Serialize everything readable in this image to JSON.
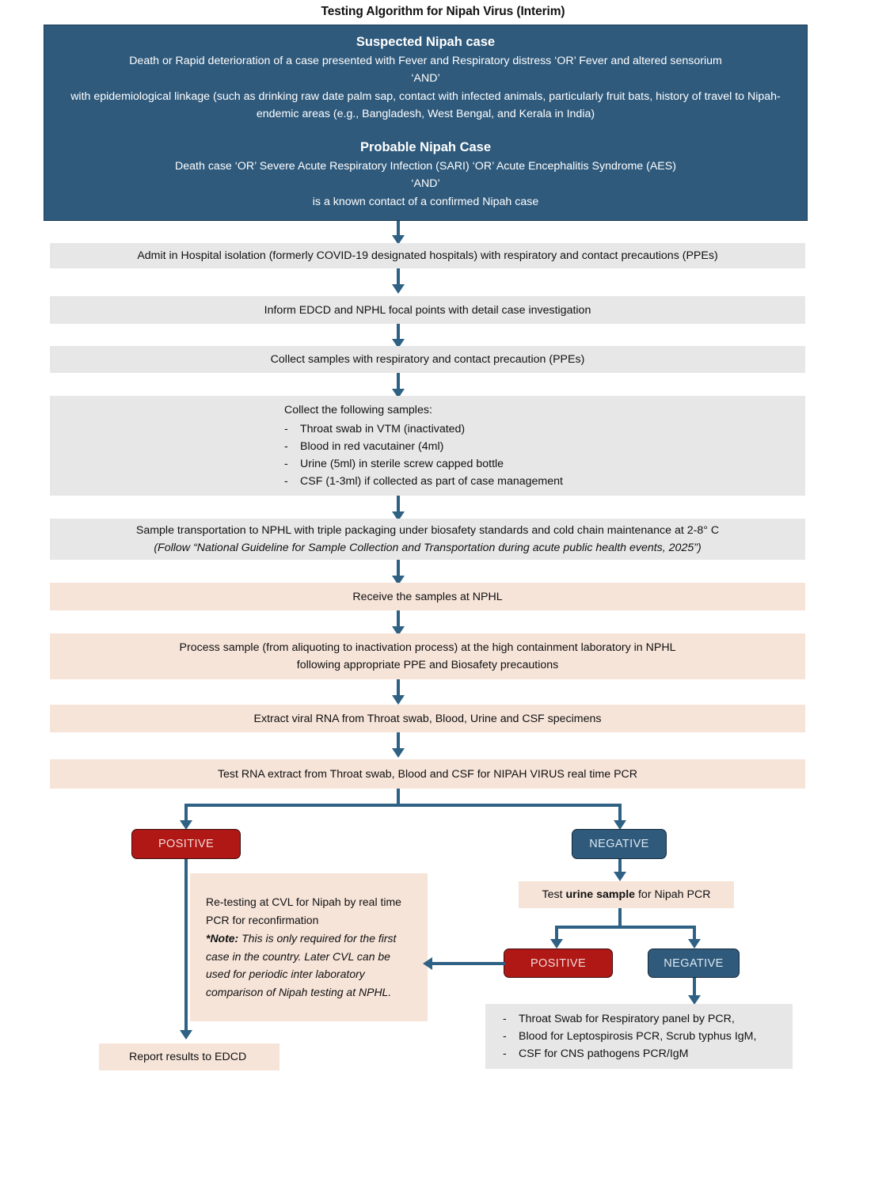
{
  "title": "Testing Algorithm for Nipah Virus (Interim)",
  "colors": {
    "header_blue": "#2F5A7C",
    "connector_blue": "#2E6183",
    "positive_red": "#B01815",
    "gray_box": "#E7E7E7",
    "pink_box": "#F6E4D9"
  },
  "header": {
    "suspected_title": "Suspected Nipah case",
    "suspected_line1": "Death or Rapid deterioration of a case presented with Fever and Respiratory distress ‘OR’ Fever and altered sensorium",
    "suspected_and": "‘AND’",
    "suspected_line2": "with epidemiological linkage (such as drinking raw date palm sap, contact with infected animals, particularly fruit bats, history of travel to Nipah-endemic areas (e.g., Bangladesh, West Bengal, and Kerala in India)",
    "probable_title": "Probable Nipah Case",
    "probable_line1": "Death case ‘OR’ Severe Acute Respiratory Infection (SARI) ‘OR’ Acute Encephalitis Syndrome (AES)",
    "probable_and": "‘AND’",
    "probable_line2": "is a known contact of a confirmed Nipah case"
  },
  "steps": {
    "admit": "Admit in Hospital isolation (formerly COVID-19 designated hospitals) with respiratory and contact precautions (PPEs)",
    "inform": "Inform EDCD and NPHL focal points with detail case investigation",
    "collect": "Collect samples with respiratory and contact precaution (PPEs)",
    "samples_head": "Collect the following samples:",
    "samples_items": [
      "Throat swab in VTM (inactivated)",
      "Blood in red vacutainer (4ml)",
      "Urine (5ml) in sterile screw capped bottle",
      "CSF (1-3ml) if collected as part of case management"
    ],
    "transport_line1": "Sample transportation to NPHL with triple packaging under biosafety standards and cold chain maintenance at 2-8° C",
    "transport_line2": "(Follow “National Guideline for Sample Collection and Transportation during acute public health events, 2025”)",
    "receive": "Receive the samples at NPHL",
    "process_line1": "Process sample (from aliquoting to inactivation process) at the high containment laboratory in NPHL",
    "process_line2": "following appropriate PPE and Biosafety precautions",
    "extract": "Extract viral RNA from Throat swab, Blood, Urine and CSF specimens",
    "test_rna": "Test RNA extract from Throat swab, Blood and CSF for NIPAH VIRUS real time PCR"
  },
  "branch": {
    "positive_label": "POSITIVE",
    "negative_label": "NEGATIVE",
    "urine_prefix": "Test ",
    "urine_bold": "urine sample",
    "urine_suffix": " for Nipah PCR",
    "positive2_label": "POSITIVE",
    "negative2_label": "NEGATIVE"
  },
  "note": {
    "line1": "Re-testing at CVL for Nipah by real time PCR for reconfirmation",
    "note_label": "*Note:",
    "note_text": " This is only required for the first case in the country. Later CVL can be used for periodic inter laboratory comparison of Nipah testing at NPHL."
  },
  "report": {
    "label": "Report results to EDCD"
  },
  "alt_tests": {
    "items": [
      "Throat Swab for Respiratory panel by PCR,",
      "Blood for Leptospirosis PCR, Scrub typhus IgM,",
      "CSF for CNS pathogens PCR/IgM"
    ]
  }
}
